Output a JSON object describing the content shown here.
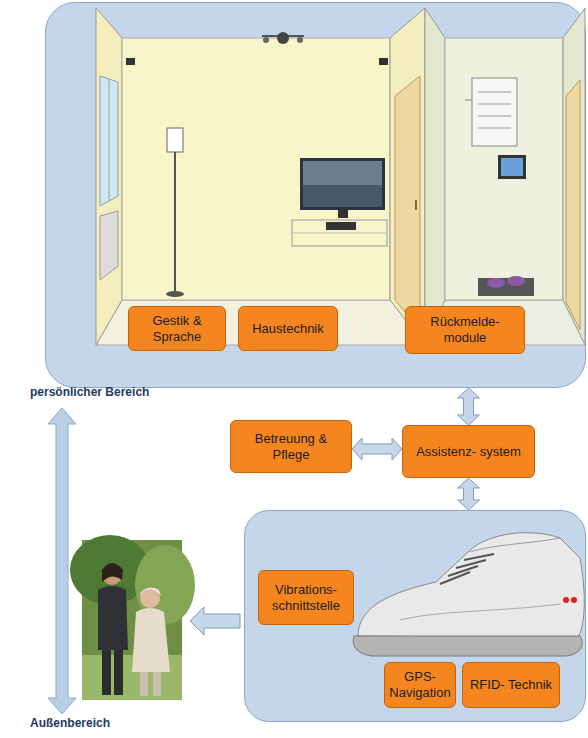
{
  "diagram": {
    "nodes": [
      {
        "text": []
      },
      {
        "text": [
          "Gestik & Sprache"
        ],
        "in": 0
      },
      {
        "text": [
          "Haustechnik"
        ],
        "in": 0
      },
      {
        "text": [
          "Rückmelde- module"
        ],
        "in": 0
      },
      {
        "text": [
          "Betreuung & Pflege"
        ]
      },
      {
        "text": [
          "Assistenz- system"
        ]
      },
      {
        "text": []
      },
      {
        "text": [
          "Vibrations- schnittstelle"
        ],
        "in": 6
      },
      {
        "text": [
          "GPS- Navigation"
        ],
        "in": 6
      },
      {
        "text": [
          "RFID- Technik"
        ],
        "in": 6
      }
    ],
    "edges": [
      {
        "from": 5,
        "to": 0,
        "arrow": "both"
      },
      {
        "from": 4,
        "to": 5,
        "arrow": "both"
      },
      {
        "from": 5,
        "to": 6,
        "arrow": "both"
      }
    ],
    "labels": [
      "persönlicher Bereich",
      "Außenbereich"
    ]
  }
}
